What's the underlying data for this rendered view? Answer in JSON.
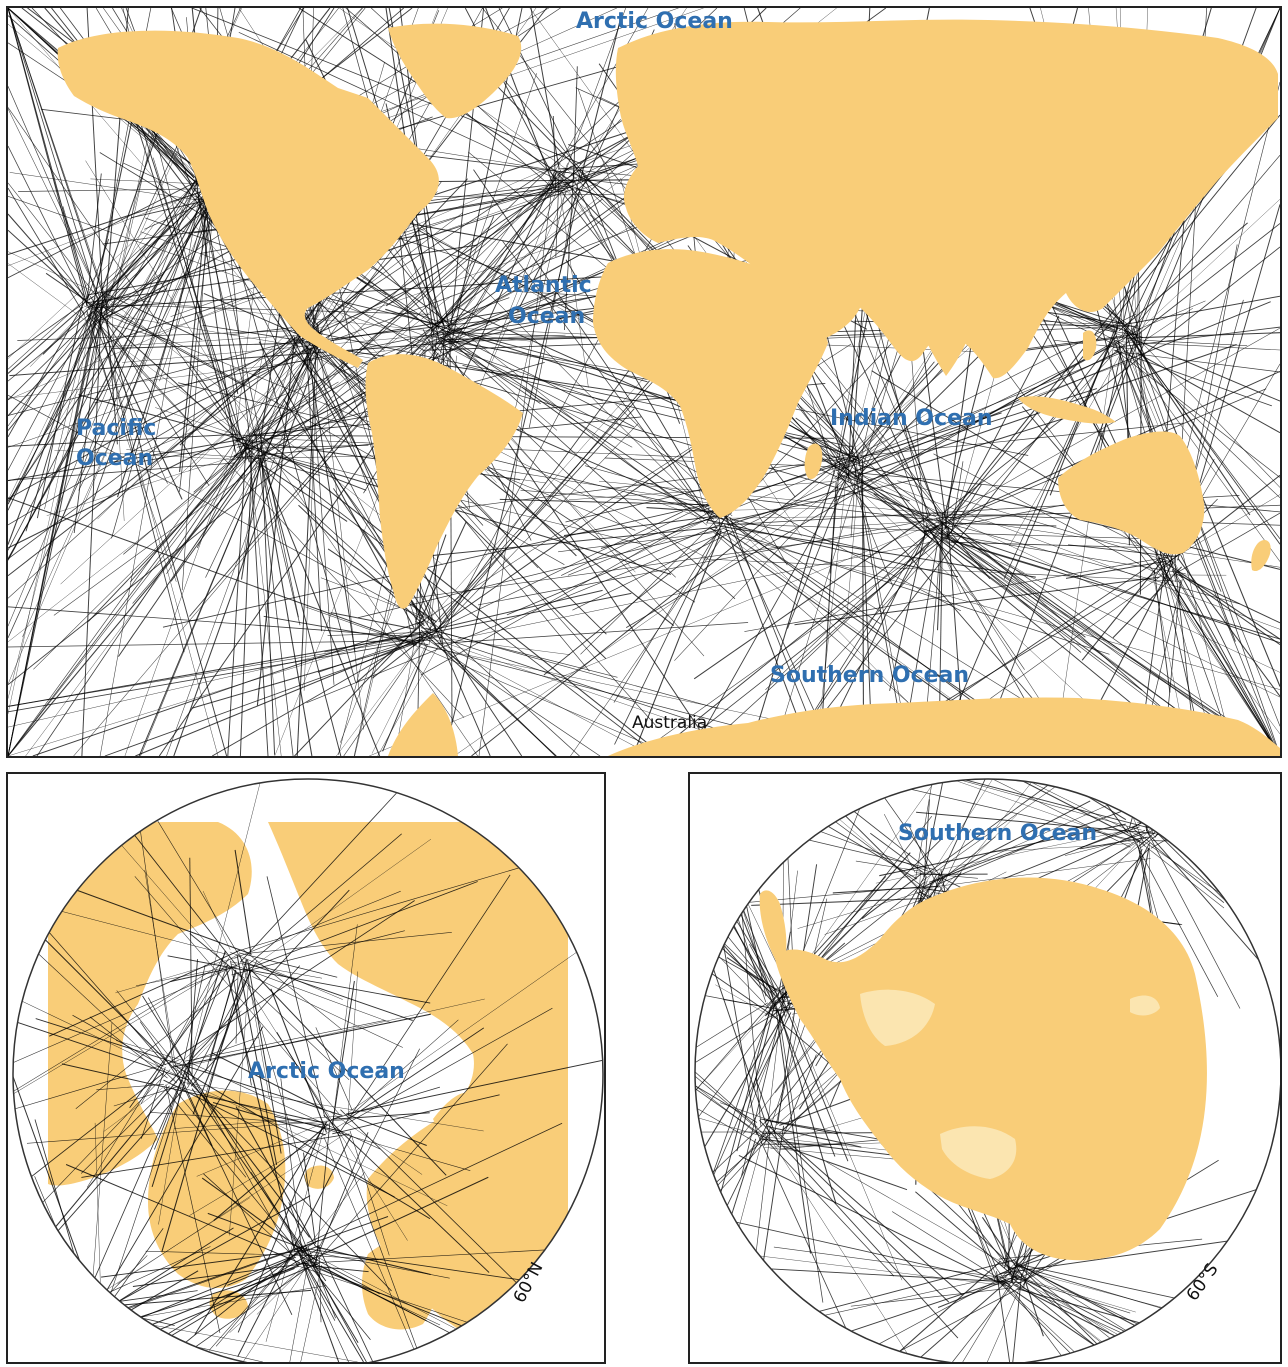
{
  "colors": {
    "land": "#f9cd78",
    "ice_shelf": "#fbe5b0",
    "track": "#000000",
    "ocean_label": "#2f6fb0",
    "frame": "#222222"
  },
  "world_map": {
    "labels": {
      "arctic": "Arctic Ocean",
      "atlantic_1": "Atlantic",
      "atlantic_2": "Ocean",
      "pacific_1": "Pacific",
      "pacific_2": "Ocean",
      "indian": "Indian Ocean",
      "southern": "Southern Ocean",
      "australia": "Australia"
    }
  },
  "arctic_map": {
    "labels": {
      "ocean": "Arctic Ocean",
      "latitude": "60°N"
    }
  },
  "antarctic_map": {
    "labels": {
      "ocean": "Southern Ocean",
      "latitude": "60°S"
    }
  }
}
